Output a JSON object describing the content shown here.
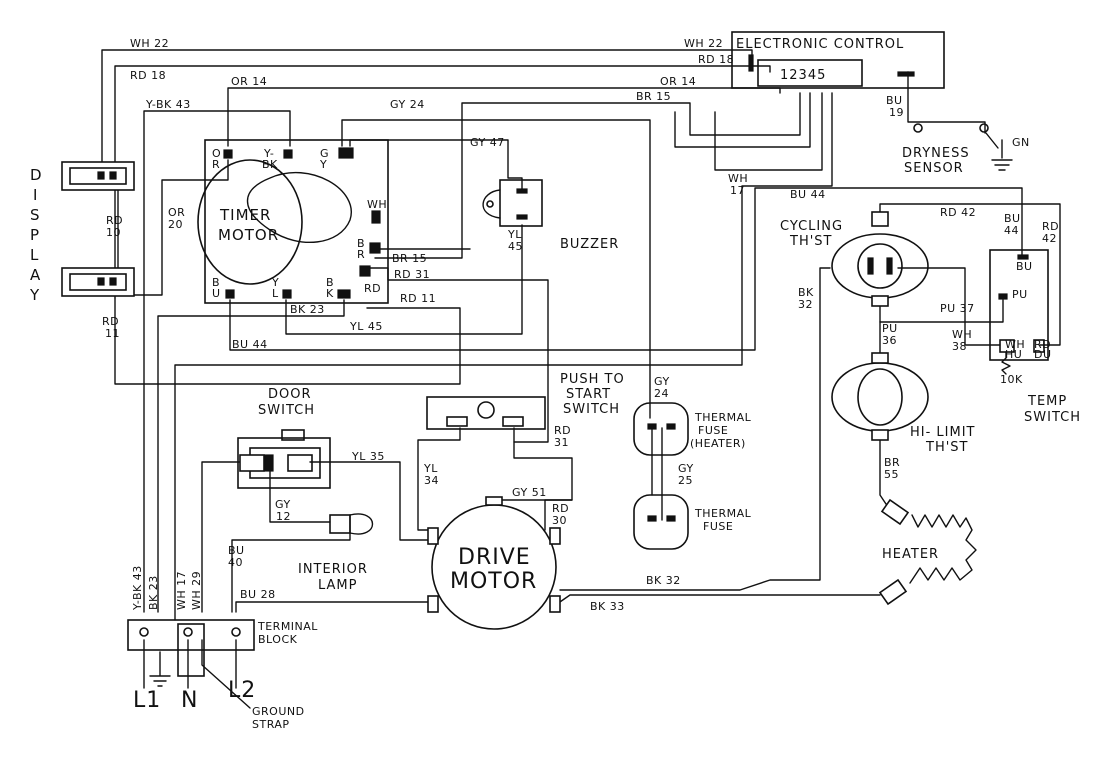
{
  "components": {
    "electronic_control": "ELECTRONIC CONTROL",
    "control_pins": "12345",
    "timer_motor": [
      "TIMER",
      "MOTOR"
    ],
    "buzzer": "BUZZER",
    "display": [
      "D",
      "I",
      "S",
      "P",
      "L",
      "A",
      "Y"
    ],
    "dryness_sensor": [
      "DRYNESS",
      "SENSOR"
    ],
    "cycling_thst": [
      "CYCLING",
      "TH'ST"
    ],
    "temp_switch": [
      "TEMP",
      "SWITCH"
    ],
    "hi_limit_thst": [
      "HI- LIMIT",
      "TH'ST"
    ],
    "heater": "HEATER",
    "door_switch": [
      "DOOR",
      "SWITCH"
    ],
    "push_to_start": [
      "PUSH TO",
      "START",
      "SWITCH"
    ],
    "thermal_fuse_heater": [
      "THERMAL",
      "FUSE",
      "(HEATER)"
    ],
    "thermal_fuse": [
      "THERMAL",
      "FUSE"
    ],
    "drive_motor": [
      "DRIVE",
      "MOTOR"
    ],
    "interior_lamp": [
      "INTERIOR",
      "LAMP"
    ],
    "terminal_block": [
      "TERMINAL",
      "BLOCK"
    ],
    "ground_strap": [
      "GROUND",
      "STRAP"
    ],
    "l1": "L1",
    "n": "N",
    "l2": "L2",
    "gn": "GN",
    "temp_10k": "10K"
  },
  "timer_terminals": {
    "or": [
      "O",
      "R"
    ],
    "ybk": [
      "Y-",
      "BK"
    ],
    "gy": [
      "G",
      "Y"
    ],
    "wh": "WH",
    "br": [
      "B",
      "R"
    ],
    "rd": "RD",
    "bu": [
      "B",
      "U"
    ],
    "yl": [
      "Y",
      "L"
    ],
    "bk": [
      "B",
      "K"
    ]
  },
  "wire_labels": {
    "wh22_left": "WH 22",
    "wh22_right": "WH 22",
    "rd18_left": "RD 18",
    "rd18_right": "RD 18",
    "or14_left": "OR 14",
    "or14_right": "OR 14",
    "ybk43_top": "Y-BK 43",
    "gy24_top": "GY 24",
    "br15_top": "BR 15",
    "gy47": "GY 47",
    "wh17_mid": [
      "WH",
      "17"
    ],
    "bu19": [
      "BU",
      "19"
    ],
    "rd10": [
      "RD",
      "10"
    ],
    "or20": [
      "OR",
      "20"
    ],
    "rd11_left": [
      "RD",
      "11"
    ],
    "br15_timer": "BR 15",
    "rd31_timer": "RD 31",
    "rd11_timer": "RD 11",
    "bk23_timer": "BK 23",
    "yl45_timer": "YL 45",
    "bu44_left": "BU 44",
    "yl45_buzzer": [
      "YL",
      "45"
    ],
    "bu44_top": "BU 44",
    "rd42_top": "RD 42",
    "bu44_side": [
      "BU",
      "44"
    ],
    "rd42_side": [
      "RD",
      "42"
    ],
    "ts_bu": "BU",
    "ts_pu": "PU",
    "ts_wh": [
      "WH",
      "HU"
    ],
    "ts_rd": [
      "RD",
      "DU"
    ],
    "bk32_side": [
      "BK",
      "32"
    ],
    "pu37": "PU 37",
    "pu36": [
      "PU",
      "36"
    ],
    "wh38": [
      "WH",
      "38"
    ],
    "br55": [
      "BR",
      "55"
    ],
    "gy24_fuse": [
      "GY",
      "24"
    ],
    "rd31_switch": [
      "RD",
      "31"
    ],
    "gy25": [
      "GY",
      "25"
    ],
    "yl35": "YL 35",
    "yl34": [
      "YL",
      "34"
    ],
    "gy51": "GY 51",
    "rd30": [
      "RD",
      "30"
    ],
    "gy12": [
      "GY",
      "12"
    ],
    "bu40": [
      "BU",
      "40"
    ],
    "bk32_bottom": "BK 32",
    "bk33": "BK 33",
    "bu28": "BU 28",
    "ybk43_vert": "Y-BK 43",
    "bk23_vert": "BK 23",
    "wh17_vert": "WH 17",
    "wh29_vert": "WH 29"
  },
  "colors": {
    "ink": "#111111",
    "paper": "#ffffff"
  }
}
